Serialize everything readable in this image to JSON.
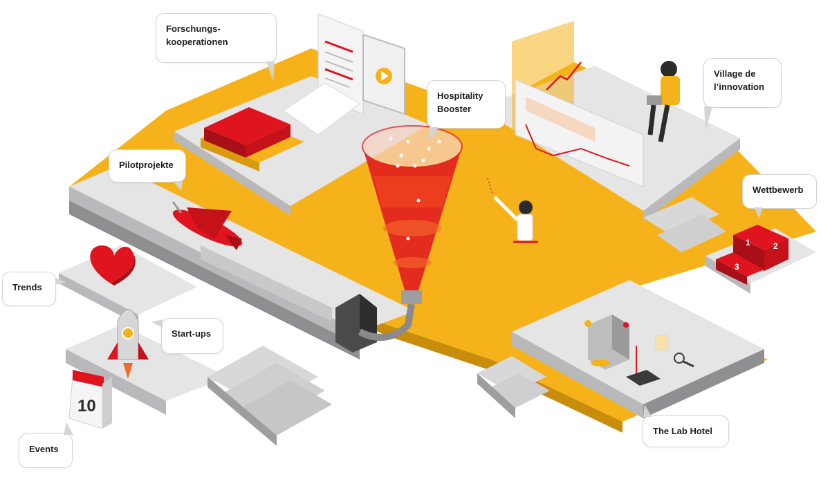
{
  "colors": {
    "platform_top": "#e5e5e6",
    "platform_side": "#b9b9bb",
    "platform_dark": "#8f8f91",
    "accent_yellow": "#f6b21b",
    "accent_red": "#e0141e",
    "dark": "#3a3a3a"
  },
  "labels": {
    "forschung": {
      "line1": "Forschungs-",
      "line2": "kooperationen"
    },
    "village": {
      "line1": "Village de",
      "line2": "l’innovation"
    },
    "hospitality": {
      "line1": "Hospitality",
      "line2": "Booster"
    },
    "pilot": {
      "line1": "Pilotprojekte"
    },
    "wettbewerb": {
      "line1": "Wettbewerb"
    },
    "trends": {
      "line1": "Trends"
    },
    "startups": {
      "line1": "Start-ups"
    },
    "events": {
      "line1": "Events"
    },
    "labhotel": {
      "line1": "The Lab Hotel"
    }
  },
  "props": {
    "calendar_day": "10",
    "podium_first": "1",
    "podium_second": "2",
    "podium_third": "3"
  },
  "icons": [
    "books-icon",
    "document-icon",
    "video-play-icon",
    "funnel-icon",
    "laptop-person-icon",
    "chart-board-icon",
    "airplane-icon",
    "heart-icon",
    "rocket-icon",
    "calendar-icon",
    "podium-icon",
    "coffee-machine-icon",
    "magnifier-icon",
    "machine-icon"
  ]
}
